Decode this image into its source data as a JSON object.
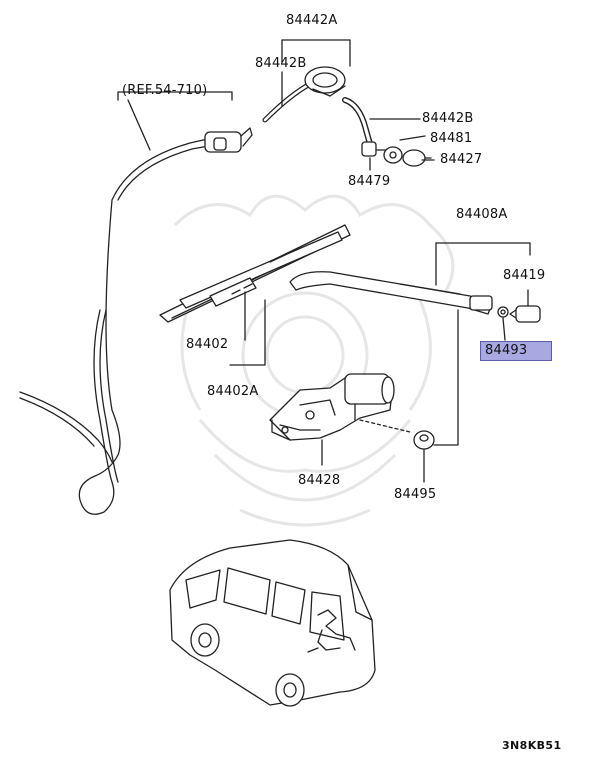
{
  "labels": {
    "ref": "(REF.54-710)",
    "p84442a": "84442A",
    "p84442b_top": "84442B",
    "p84442b_right": "84442B",
    "p84481": "84481",
    "p84427": "84427",
    "p84479": "84479",
    "p84408a": "84408A",
    "p84419": "84419",
    "p84493": "84493",
    "p84402": "84402",
    "p84402a": "84402A",
    "p84428": "84428",
    "p84495": "84495",
    "diagram_code": "3N8KB51"
  },
  "colors": {
    "line": "#222222",
    "highlight_fill": "#a7a9e0",
    "highlight_border": "#5a5ca8",
    "watermark": "#e6e6e6"
  }
}
